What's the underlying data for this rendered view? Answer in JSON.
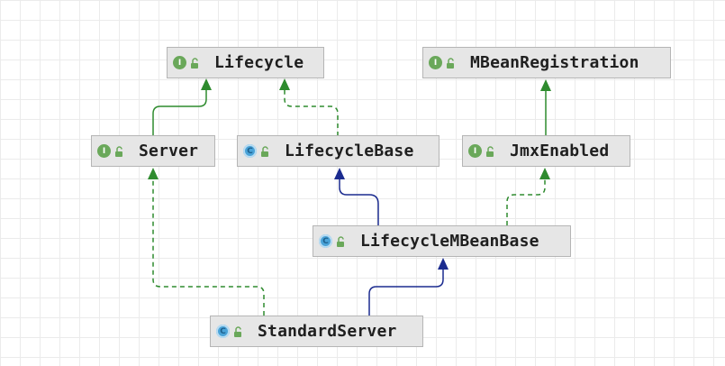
{
  "colors": {
    "implements_edge": "#2e8b2e",
    "extends_edge": "#1b2b8f",
    "interface_badge": "#6aa85a",
    "class_badge": "#4aa3d8"
  },
  "nodes": {
    "lifecycle": {
      "label": "Lifecycle",
      "kind": "interface",
      "kind_letter": "I",
      "icon": "unlocked-padlock-icon"
    },
    "mbean_registration": {
      "label": "MBeanRegistration",
      "kind": "interface",
      "kind_letter": "I",
      "icon": "unlocked-padlock-icon"
    },
    "server": {
      "label": "Server",
      "kind": "interface",
      "kind_letter": "I",
      "icon": "unlocked-padlock-icon"
    },
    "lifecycle_base": {
      "label": "LifecycleBase",
      "kind": "abstract-class",
      "kind_letter": "C",
      "icon": "unlocked-padlock-icon"
    },
    "jmx_enabled": {
      "label": "JmxEnabled",
      "kind": "interface",
      "kind_letter": "I",
      "icon": "unlocked-padlock-icon"
    },
    "lifecycle_mbean_base": {
      "label": "LifecycleMBeanBase",
      "kind": "abstract-class",
      "kind_letter": "C",
      "icon": "unlocked-padlock-icon"
    },
    "standard_server": {
      "label": "StandardServer",
      "kind": "class",
      "kind_letter": "C",
      "icon": "unlocked-padlock-icon"
    }
  },
  "edges": [
    {
      "from": "server",
      "to": "lifecycle",
      "type": "extends-interface",
      "style": "solid"
    },
    {
      "from": "lifecycle_base",
      "to": "lifecycle",
      "type": "implements",
      "style": "dashed"
    },
    {
      "from": "jmx_enabled",
      "to": "mbean_registration",
      "type": "extends-interface",
      "style": "solid"
    },
    {
      "from": "lifecycle_mbean_base",
      "to": "lifecycle_base",
      "type": "extends-class",
      "style": "solid"
    },
    {
      "from": "lifecycle_mbean_base",
      "to": "jmx_enabled",
      "type": "implements",
      "style": "dashed"
    },
    {
      "from": "standard_server",
      "to": "lifecycle_mbean_base",
      "type": "extends-class",
      "style": "solid"
    },
    {
      "from": "standard_server",
      "to": "server",
      "type": "implements",
      "style": "dashed"
    }
  ]
}
